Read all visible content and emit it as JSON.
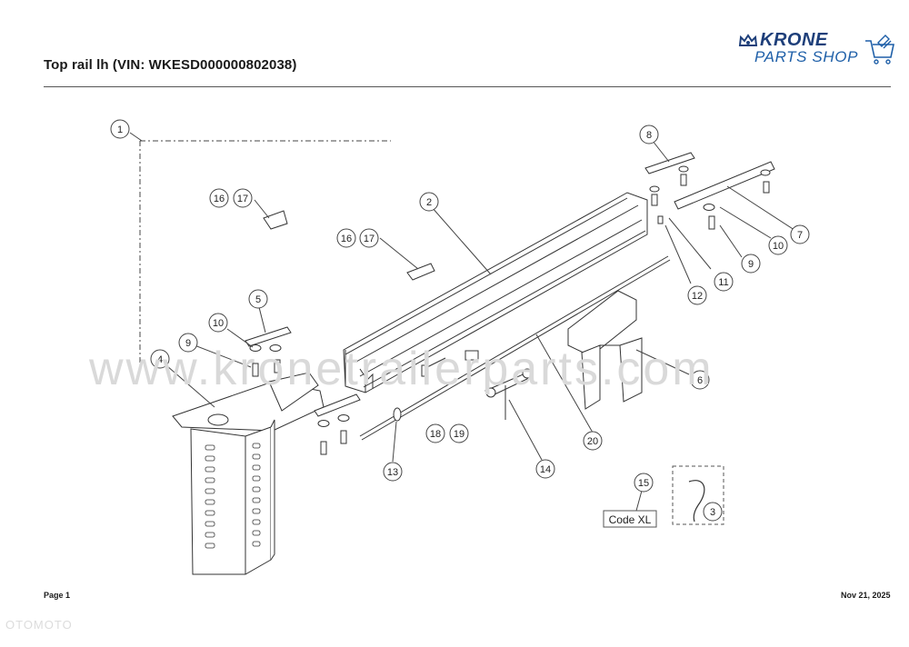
{
  "header": {
    "title": "Top rail lh (VIN: WKESD000000802038)"
  },
  "logo": {
    "brand": "KRONE",
    "subtitle": "PARTS SHOP",
    "crown_icon": "crown-icon",
    "cart_icon": "shopping-cart-icon",
    "brand_color": "#1e3f7a",
    "accent_color": "#1e5fa8"
  },
  "watermark": "www.kronetrailerparts.com",
  "diagram": {
    "callouts": [
      "1",
      "2",
      "3",
      "4",
      "5",
      "6",
      "7",
      "8",
      "9",
      "9",
      "10",
      "10",
      "11",
      "12",
      "13",
      "14",
      "15",
      "16",
      "17",
      "16",
      "17",
      "18",
      "19",
      "20"
    ],
    "code_label": "Code XL"
  },
  "footer": {
    "page": "Page 1",
    "date": "Nov 21, 2025"
  },
  "corner_mark": "OTOMOTO"
}
